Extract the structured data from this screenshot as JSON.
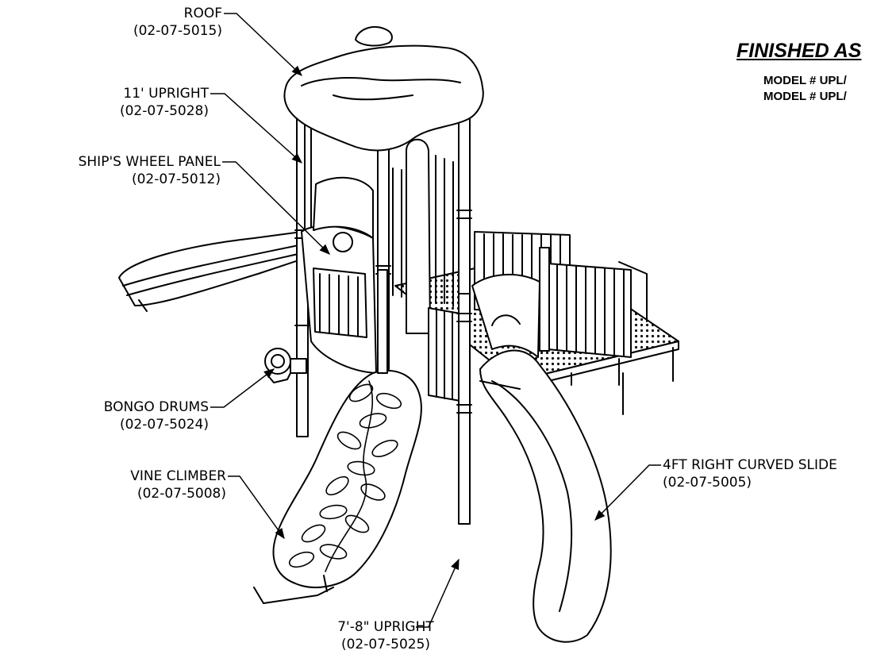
{
  "title": "FINISHED AS",
  "models": [
    "MODEL # UPL/",
    "MODEL # UPL/"
  ],
  "callouts": {
    "roof": {
      "name": "ROOF",
      "part": "(02-07-5015)"
    },
    "upright_11": {
      "name": "11' UPRIGHT",
      "part": "(02-07-5028)"
    },
    "ships_wheel": {
      "name": "SHIP'S WHEEL PANEL",
      "part": "(02-07-5012)"
    },
    "bongo": {
      "name": "BONGO DRUMS",
      "part": "(02-07-5024)"
    },
    "vine": {
      "name": "VINE CLIMBER",
      "part": "(02-07-5008)"
    },
    "slide": {
      "name": "4FT RIGHT CURVED SLIDE",
      "part": "(02-07-5005)"
    },
    "upright_7": {
      "name": "7'-8\" UPRIGHT",
      "part": "(02-07-5025)"
    }
  }
}
